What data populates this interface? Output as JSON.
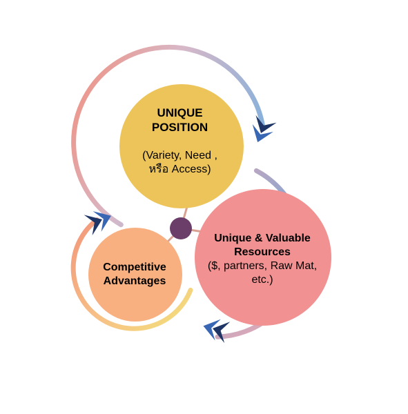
{
  "colors": {
    "position_circle": "#ecc45a",
    "resources_circle": "#f19191",
    "advantages_circle": "#f8b081",
    "center_dot": "#6b3e6a",
    "chevron_dark": "#1f3566",
    "chevron_light": "#3a67b4"
  },
  "nodes": {
    "position": {
      "title_line1": "UNIQUE",
      "title_line2": "POSITION",
      "detail_line1": "(Variety, Need ,",
      "detail_line2": "หรือ Access)"
    },
    "resources": {
      "title_line1": "Unique & Valuable",
      "title_line2": "Resources",
      "detail_line1": "($, partners, Raw Mat,",
      "detail_line2": "etc.)"
    },
    "advantages": {
      "title_line1": "Competitive",
      "title_line2": "Advantages"
    }
  }
}
